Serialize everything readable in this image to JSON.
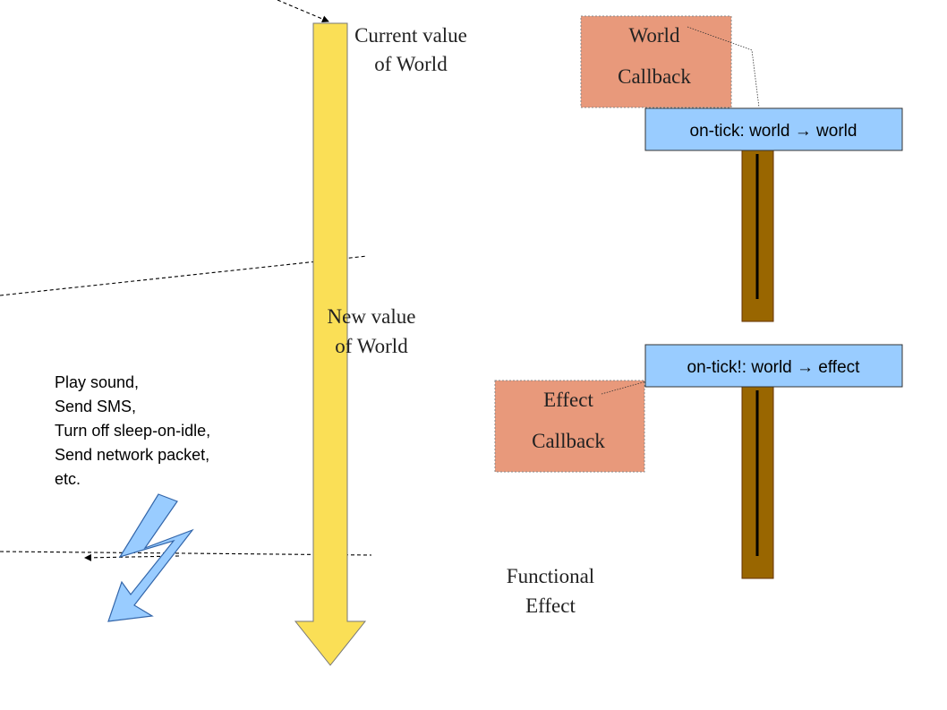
{
  "labels": {
    "current_value_line1": "Current value",
    "current_value_line2": "of World",
    "new_value_line1": "New value",
    "new_value_line2": "of World",
    "functional_line1": "Functional",
    "functional_line2": "Effect"
  },
  "world_callback": {
    "line1": "World",
    "line2": "Callback",
    "signature": "on-tick: world → world"
  },
  "effect_callback": {
    "line1": "Effect",
    "line2": "Callback",
    "signature": "on-tick!: world → effect"
  },
  "effects_list": [
    "Play sound,",
    "Send SMS,",
    "Turn off sleep-on-idle,",
    "Send network packet,",
    "etc."
  ],
  "colors": {
    "timeline_arrow": "#fadf56",
    "callback_box": "#e8997b",
    "signature_box": "#99ccff",
    "handler_bar": "#996600",
    "lightning": "#99ccff"
  }
}
